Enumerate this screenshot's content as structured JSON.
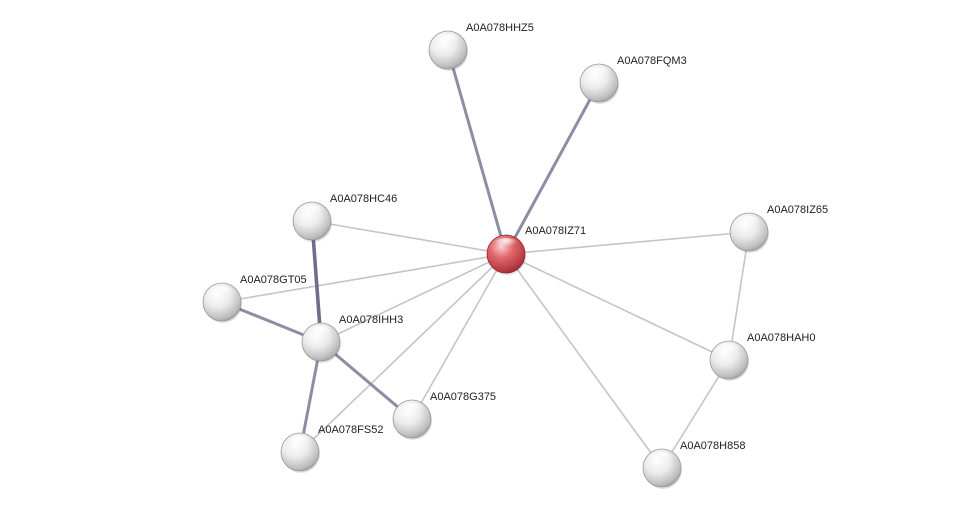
{
  "network": {
    "center_node": "A0A078IZ71",
    "nodes": [
      {
        "id": "A0A078IZ71",
        "label": "A0A078IZ71",
        "highlight": true
      },
      {
        "id": "A0A078HHZ5",
        "label": "A0A078HHZ5",
        "highlight": false
      },
      {
        "id": "A0A078FQM3",
        "label": "A0A078FQM3",
        "highlight": false
      },
      {
        "id": "A0A078HC46",
        "label": "A0A078HC46",
        "highlight": false
      },
      {
        "id": "A0A078IZ65",
        "label": "A0A078IZ65",
        "highlight": false
      },
      {
        "id": "A0A078GT05",
        "label": "A0A078GT05",
        "highlight": false
      },
      {
        "id": "A0A078IHH3",
        "label": "A0A078IHH3",
        "highlight": false
      },
      {
        "id": "A0A078HAH0",
        "label": "A0A078HAH0",
        "highlight": false
      },
      {
        "id": "A0A078G375",
        "label": "A0A078G375",
        "highlight": false
      },
      {
        "id": "A0A078FS52",
        "label": "A0A078FS52",
        "highlight": false
      },
      {
        "id": "A0A078H858",
        "label": "A0A078H858",
        "highlight": false
      }
    ],
    "edges": [
      {
        "source": "A0A078IZ71",
        "target": "A0A078HHZ5",
        "strength": "strong"
      },
      {
        "source": "A0A078IZ71",
        "target": "A0A078FQM3",
        "strength": "strong"
      },
      {
        "source": "A0A078IZ71",
        "target": "A0A078HC46",
        "strength": "weak"
      },
      {
        "source": "A0A078IZ71",
        "target": "A0A078IZ65",
        "strength": "weak"
      },
      {
        "source": "A0A078IZ71",
        "target": "A0A078GT05",
        "strength": "weak"
      },
      {
        "source": "A0A078IZ71",
        "target": "A0A078IHH3",
        "strength": "weak"
      },
      {
        "source": "A0A078IZ71",
        "target": "A0A078HAH0",
        "strength": "weak"
      },
      {
        "source": "A0A078IZ71",
        "target": "A0A078G375",
        "strength": "weak"
      },
      {
        "source": "A0A078IZ71",
        "target": "A0A078FS52",
        "strength": "weak"
      },
      {
        "source": "A0A078IZ71",
        "target": "A0A078H858",
        "strength": "weak"
      },
      {
        "source": "A0A078HC46",
        "target": "A0A078IHH3",
        "strength": "strongest"
      },
      {
        "source": "A0A078GT05",
        "target": "A0A078IHH3",
        "strength": "strong"
      },
      {
        "source": "A0A078IHH3",
        "target": "A0A078G375",
        "strength": "strong"
      },
      {
        "source": "A0A078IHH3",
        "target": "A0A078FS52",
        "strength": "strong"
      },
      {
        "source": "A0A078IZ65",
        "target": "A0A078HAH0",
        "strength": "weak"
      },
      {
        "source": "A0A078HAH0",
        "target": "A0A078H858",
        "strength": "weak"
      }
    ],
    "colors": {
      "highlight_node": "#d9545a",
      "default_node": "#e6e6e6",
      "edge_weak": "#c4c4cc",
      "edge_strong": "#8c8ea4",
      "edge_strongest": "#6c6e8a",
      "label": "#222222"
    }
  }
}
